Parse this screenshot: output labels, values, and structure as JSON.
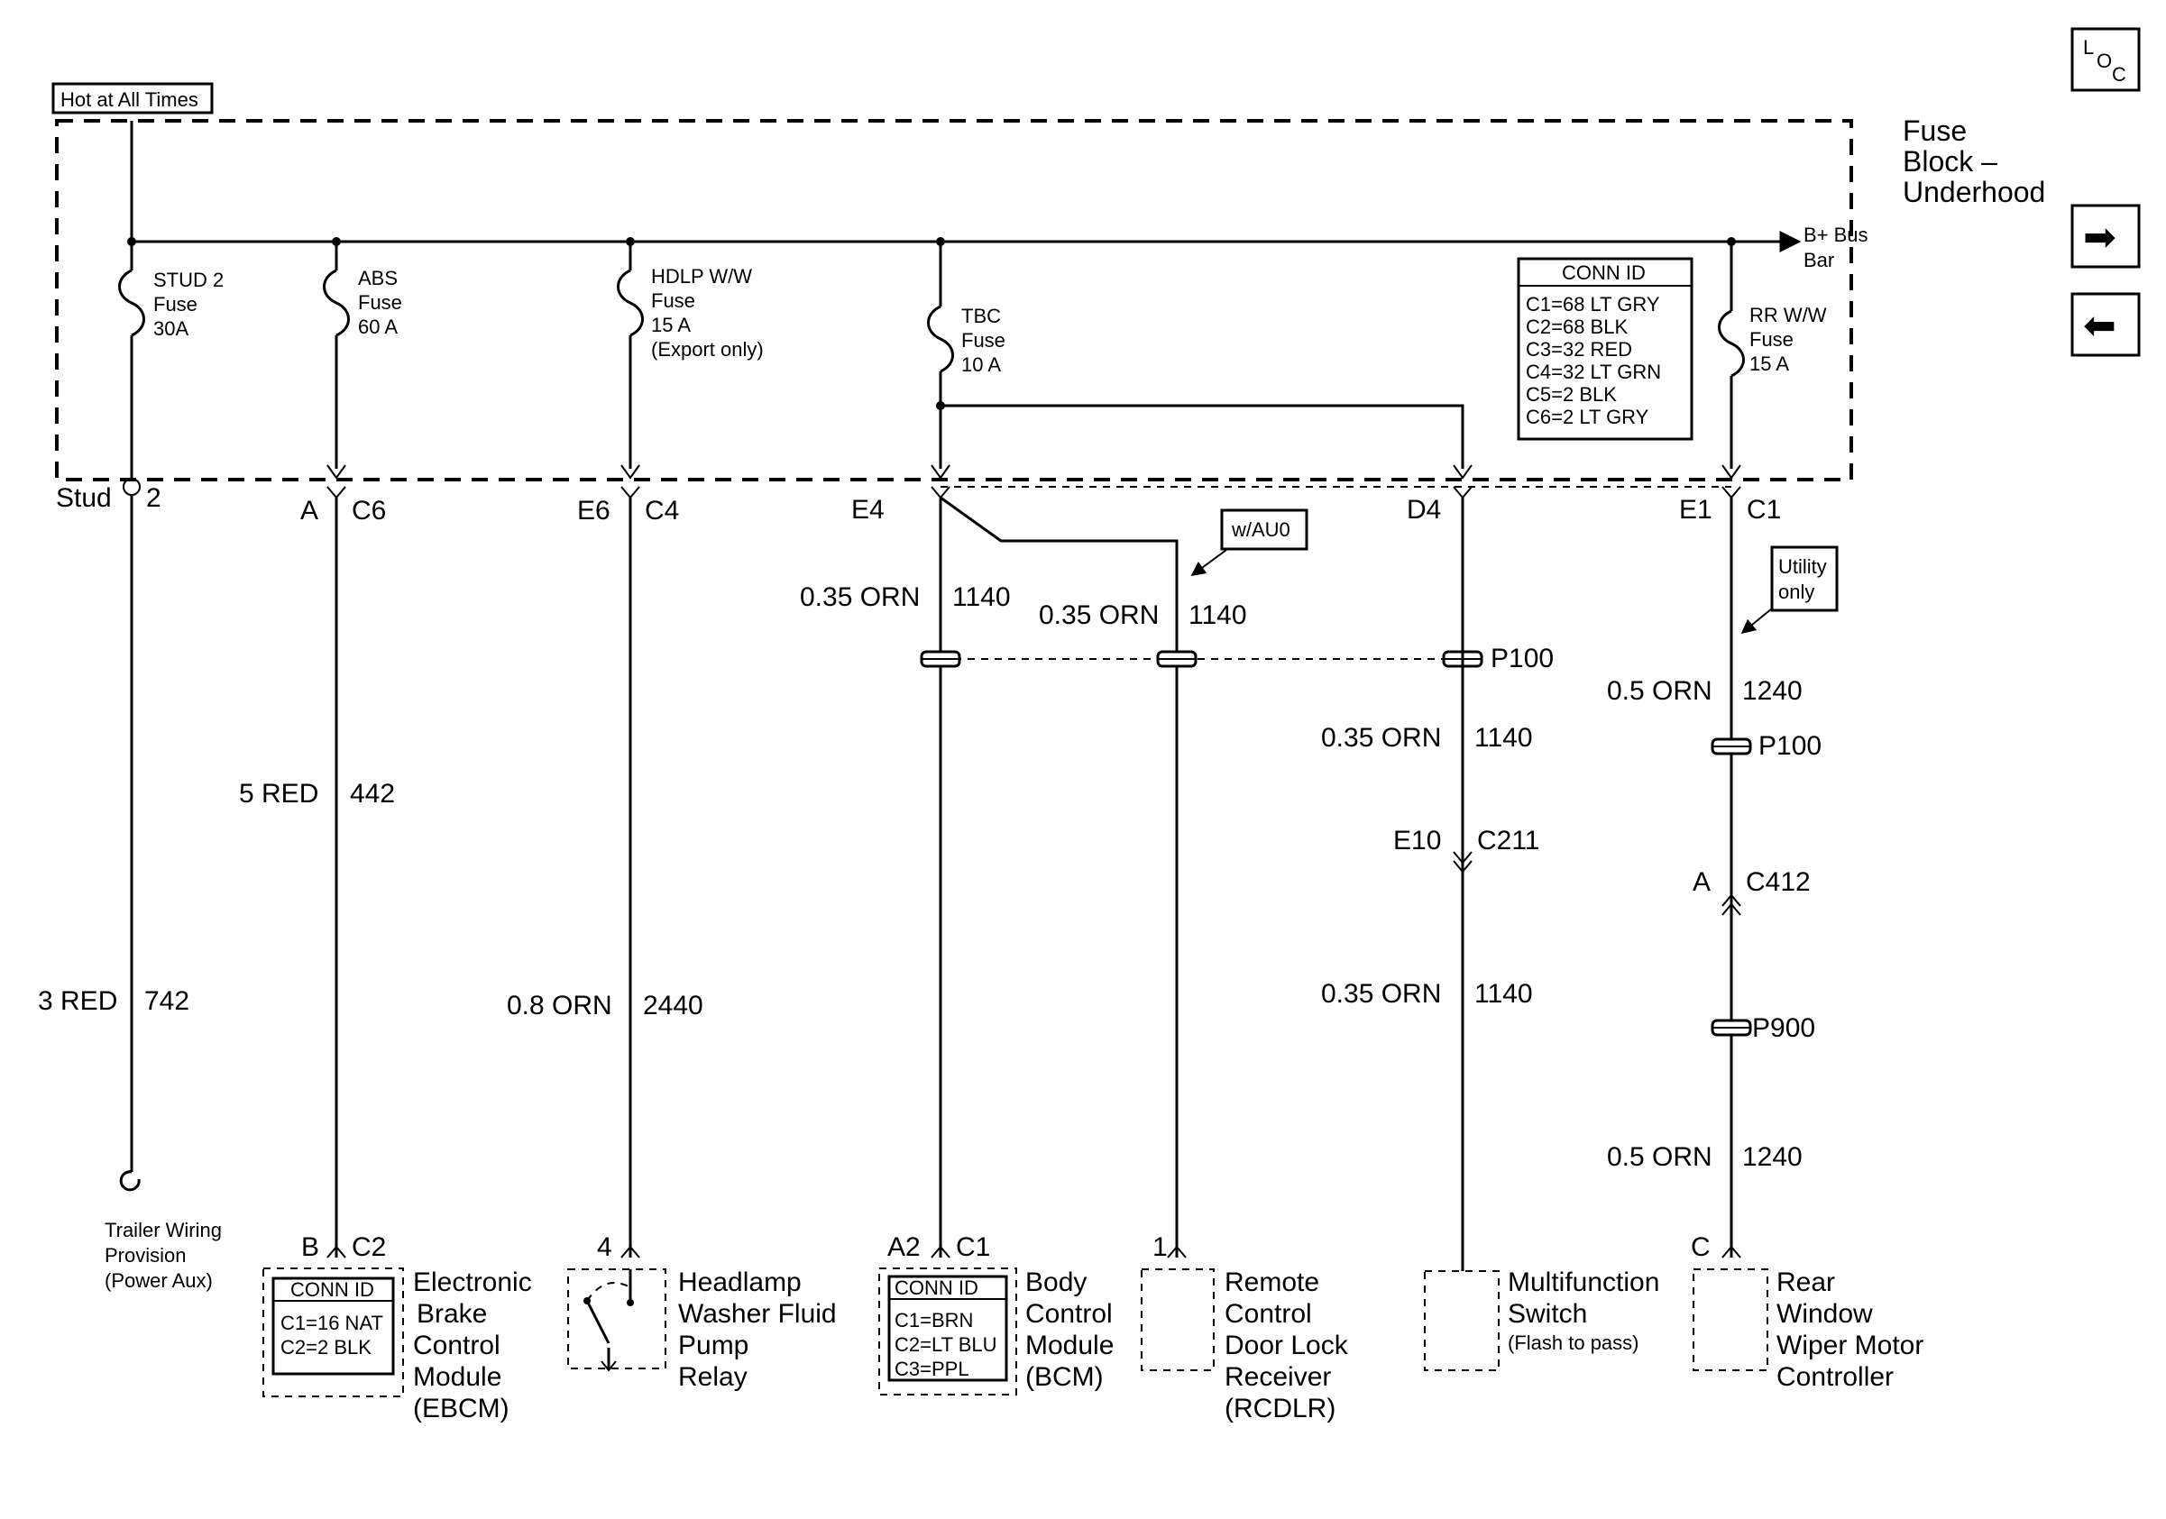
{
  "header": {
    "hot_label": "Hot at All Times",
    "fuse_block_line1": "Fuse",
    "fuse_block_line2": "Block –",
    "fuse_block_line3": "Underhood",
    "bus_line1": "B+ Bus",
    "bus_line2": "Bar"
  },
  "nav": {
    "loc_l": "L",
    "loc_o": "O",
    "loc_c": "C",
    "forward_arrow": "➡",
    "back_arrow": "⬅"
  },
  "fuses": [
    {
      "l1": "STUD 2",
      "l2": "Fuse",
      "l3": "30A",
      "l4": ""
    },
    {
      "l1": "ABS",
      "l2": "Fuse",
      "l3": "60 A",
      "l4": ""
    },
    {
      "l1": "HDLP W/W",
      "l2": "Fuse",
      "l3": "15 A",
      "l4": "(Export only)"
    },
    {
      "l1": "TBC",
      "l2": "Fuse",
      "l3": "10 A",
      "l4": ""
    },
    {
      "l1": "RR W/W",
      "l2": "Fuse",
      "l3": "15 A",
      "l4": ""
    }
  ],
  "fuse_conn_id": {
    "title": "CONN ID",
    "rows": [
      "C1=68 LT GRY",
      "C2=68 BLK",
      "C3=32 RED",
      "C4=32 LT GRN",
      "C5=2 BLK",
      "C6=2 LT GRY"
    ]
  },
  "terminals": {
    "stud_left": "Stud",
    "stud_right": "2",
    "abs_left": "A",
    "abs_right": "C6",
    "hdlp_left": "E6",
    "hdlp_right": "C4",
    "tbc_left": "E4",
    "d4": "D4",
    "rr_left": "E1",
    "rr_right": "C1"
  },
  "options": {
    "wau0": "w/AU0",
    "utility_1": "Utility",
    "utility_2": "only"
  },
  "wires": {
    "stud_color": "3 RED",
    "stud_circuit": "742",
    "abs_color": "5 RED",
    "abs_circuit": "442",
    "hdlp_color": "0.8 ORN",
    "hdlp_circuit": "2440",
    "tbc_color": "0.35 ORN",
    "tbc_circuit": "1140",
    "rcdlr_color": "0.35 ORN",
    "rcdlr_circuit": "1140",
    "mfs_upper_color": "0.35 ORN",
    "mfs_upper_circuit": "1140",
    "mfs_lower_color": "0.35 ORN",
    "mfs_lower_circuit": "1140",
    "rr_upper_color": "0.5 ORN",
    "rr_upper_circuit": "1240",
    "rr_lower_color": "0.5 ORN",
    "rr_lower_circuit": "1240"
  },
  "splices": {
    "p100_left": "P100",
    "p100_right": "P100",
    "p900": "P900"
  },
  "connectors": {
    "c211_left": "E10",
    "c211_right": "C211",
    "c412_left": "A",
    "c412_right": "C412"
  },
  "components": {
    "trailer": {
      "pin_l1": "Trailer Wiring",
      "pin_l2": "Provision",
      "pin_l3": "(Power Aux)"
    },
    "ebcm": {
      "pin": "B",
      "conn": "C2",
      "conn_title": "CONN ID",
      "conn_r1": "C1=16 NAT",
      "conn_r2": "C2=2 BLK",
      "l1": "Electronic",
      "l2": "Brake",
      "l3": "Control",
      "l4": "Module",
      "l5": "(EBCM)"
    },
    "relay": {
      "pin": "4",
      "l1": "Headlamp",
      "l2": "Washer Fluid",
      "l3": "Pump",
      "l4": "Relay"
    },
    "bcm": {
      "pin": "A2",
      "conn": "C1",
      "conn_title": "CONN ID",
      "conn_r1": "C1=BRN",
      "conn_r2": "C2=LT BLU",
      "conn_r3": "C3=PPL",
      "l1": "Body",
      "l2": "Control",
      "l3": "Module",
      "l4": "(BCM)"
    },
    "rcdlr": {
      "pin": "1",
      "l1": "Remote",
      "l2": "Control",
      "l3": "Door Lock",
      "l4": "Receiver",
      "l5": "(RCDLR)"
    },
    "mfs": {
      "l1": "Multifunction",
      "l2": "Switch",
      "l3": "(Flash to pass)"
    },
    "rwwmc": {
      "pin": "C",
      "l1": "Rear",
      "l2": "Window",
      "l3": "Wiper Motor",
      "l4": "Controller"
    }
  }
}
